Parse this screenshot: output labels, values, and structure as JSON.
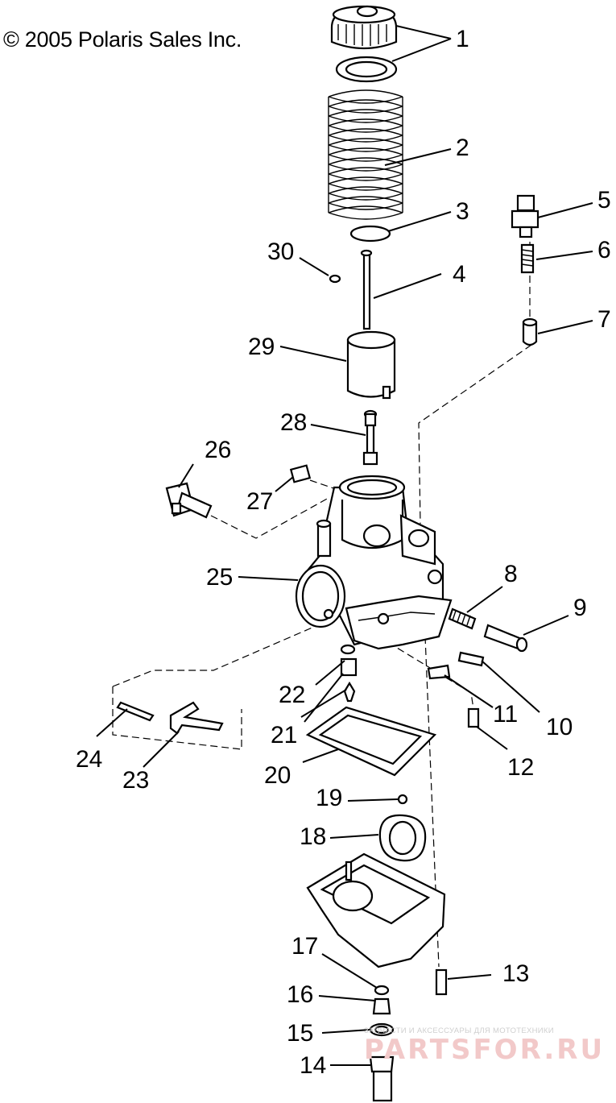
{
  "copyright": "© 2005 Polaris Sales Inc.",
  "callouts": [
    "1",
    "2",
    "3",
    "4",
    "5",
    "6",
    "7",
    "8",
    "9",
    "10",
    "11",
    "12",
    "13",
    "14",
    "15",
    "16",
    "17",
    "18",
    "19",
    "20",
    "21",
    "22",
    "23",
    "24",
    "25",
    "26",
    "27",
    "28",
    "29",
    "30"
  ],
  "watermark": {
    "tagline": "ЗАПЧАСТИ И АКСЕССУАРЫ ДЛЯ МОТОТЕХНИКИ",
    "brand": "PARTSFOR.RU"
  }
}
